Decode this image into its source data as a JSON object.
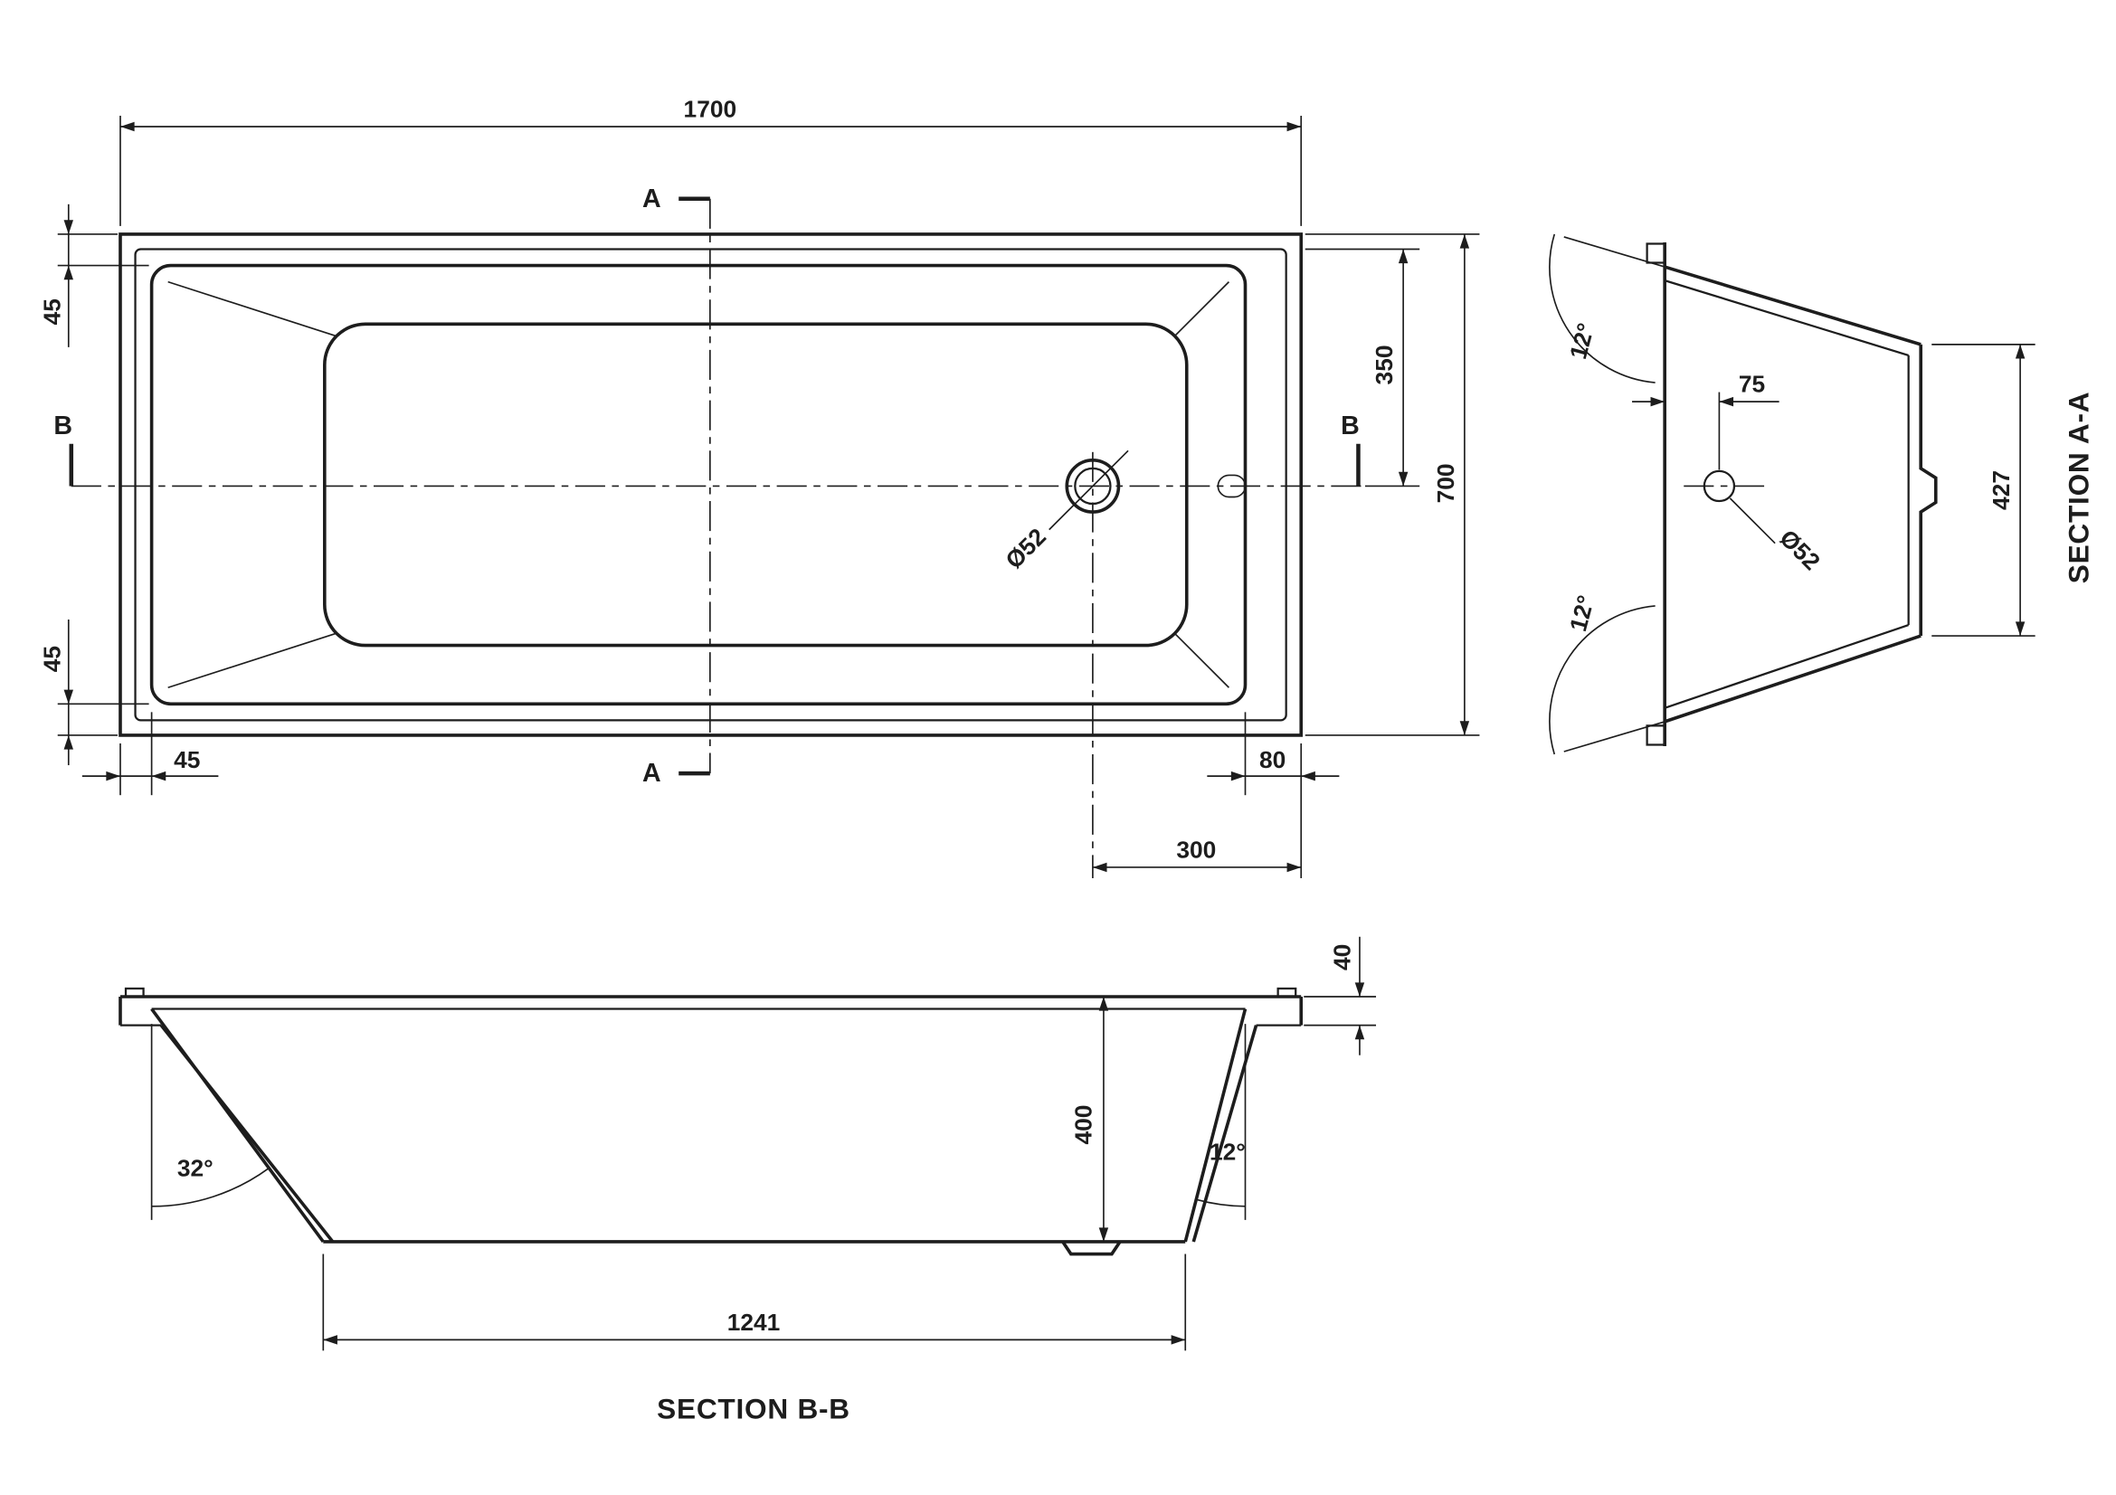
{
  "title": "Bath engineering drawing",
  "plan": {
    "dim_length": "1700",
    "dim_width": "700",
    "dim_half_width": "350",
    "dim_rim_top": "45",
    "dim_rim_bottom": "45",
    "dim_rim_end": "45",
    "dim_drain_to_end": "80",
    "dim_drain_offset": "300",
    "drain_diameter": "Ø52",
    "section_a_top": "A",
    "section_a_bottom": "A",
    "section_b_left": "B",
    "section_b_right": "B"
  },
  "section_aa": {
    "title": "SECTION A-A",
    "dim_drain_depth": "75",
    "dim_base_width": "427",
    "drain_diameter": "Ø52",
    "angle_wall_top": "12°",
    "angle_wall_bottom": "12°"
  },
  "section_bb": {
    "title": "SECTION B-B",
    "dim_rim_height": "40",
    "dim_depth": "400",
    "dim_base_length": "1241",
    "angle_wall_left": "32°",
    "angle_wall_right": "12°"
  },
  "colors": {
    "line": "#1d1d1d",
    "background": "#ffffff"
  }
}
